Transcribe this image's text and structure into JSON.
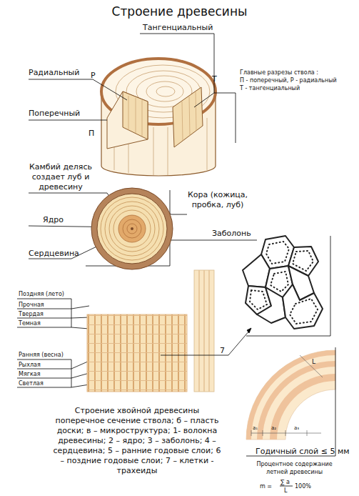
{
  "diagram": {
    "title": "Строение древесины",
    "caption": "Строение хвойной древесины поперечное сечение ствола; б – пласть доски; в – микроструктура; 1- волокна древесины; 2 – ядро; 3 – заболонь; 4 – сердцевина; 5 – ранние годовые слои; 6 – поздние годовые слои; 7 – клетки - трахеиды",
    "labels": [
      "Тангенциальный",
      "Радиальный",
      "Р",
      "Поперечный",
      "П",
      "Т",
      "Главные разрезы ствола :",
      "П - поперечный, Р - радиальный",
      "Т - тангенциальный",
      "Камбий делясь создает луб и древесину",
      "Кора (кожица, пробка, луб)",
      "Ядро",
      "Заболонь",
      "Сердцевина",
      "Поздняя (лето)",
      "Прочная",
      "Твердая",
      "Темная",
      "Ранняя (весна)",
      "Рыхлая",
      "Мягкая",
      "Светлая",
      "7",
      "L",
      "a₁",
      "a₂",
      "a₃",
      "Годичный слой ≤ 5 мм",
      "Процентное содержание летней древесины",
      "m =",
      "∑ a",
      "L",
      "100%"
    ]
  }
}
